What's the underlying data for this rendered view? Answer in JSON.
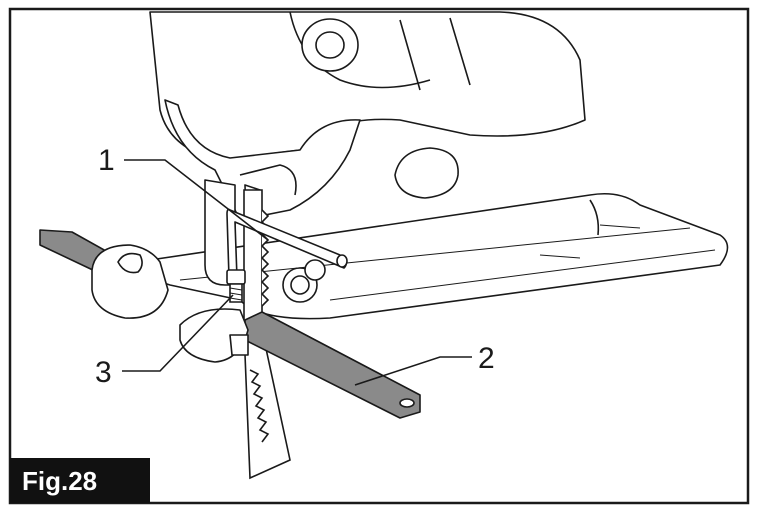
{
  "figure": {
    "label": "Fig.28"
  },
  "callouts": [
    {
      "number": "1"
    },
    {
      "number": "2"
    },
    {
      "number": "3"
    }
  ],
  "colors": {
    "outline": "#1a1a1a",
    "guide_rule": "#777777",
    "figure_tab": "#111111",
    "background": "#ffffff"
  }
}
